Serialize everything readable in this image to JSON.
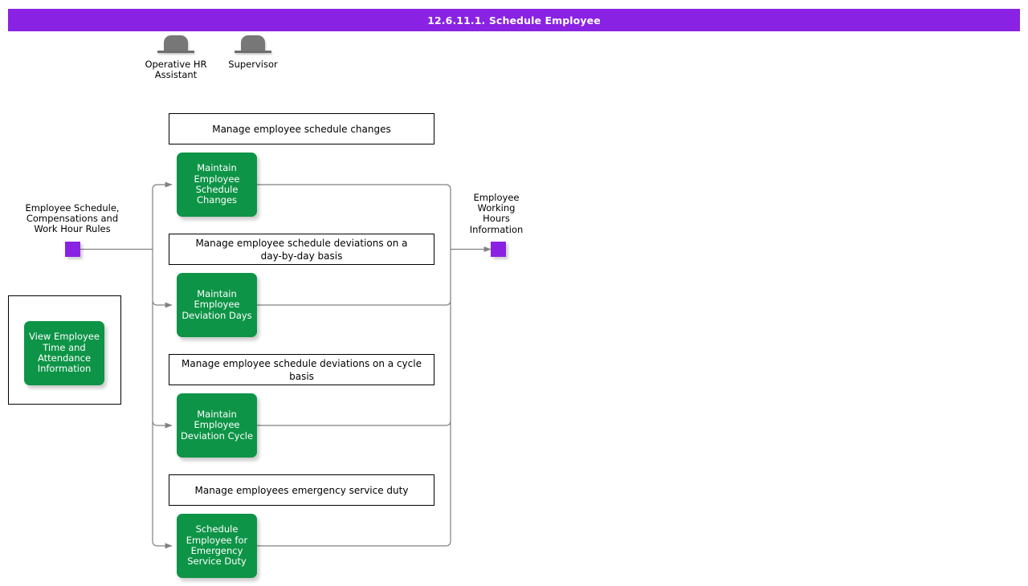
{
  "header": {
    "title": "12.6.11.1. Schedule Employee",
    "bar_color": "#8A22E3",
    "text_color": "#ffffff"
  },
  "theme": {
    "accent_purple": "#8A22E3",
    "task_green": "#0E9447",
    "line_gray": "#808080",
    "border_black": "#000000"
  },
  "actors": [
    {
      "name": "operative-hr-assistant",
      "label": "Operative HR\nAssistant",
      "line1": "Operative HR",
      "line2": "Assistant",
      "icon": "role-hat-icon"
    },
    {
      "name": "supervisor",
      "label": "Supervisor",
      "line1": "Supervisor",
      "line2": "",
      "icon": "role-hat-icon"
    }
  ],
  "data_elements": [
    {
      "name": "employee-schedule-compensations-work-hour-rules",
      "lines": [
        "Employee Schedule,",
        "Compensations and",
        "Work Hour Rules"
      ],
      "color": "#8A22E3",
      "position": "left-input"
    },
    {
      "name": "employee-working-hours-information",
      "lines": [
        "Employee",
        "Working",
        "Hours",
        "Information"
      ],
      "color": "#8A22E3",
      "position": "right-output"
    }
  ],
  "process_boxes": [
    {
      "name": "manage-employee-schedule-changes",
      "lines": [
        "Manage employee schedule changes"
      ]
    },
    {
      "name": "manage-employee-schedule-deviations-day-by-day",
      "lines": [
        "Manage employee schedule deviations on a",
        "day-by-day basis"
      ]
    },
    {
      "name": "manage-employee-schedule-deviations-cycle",
      "lines": [
        "Manage employee schedule deviations on a cycle basis"
      ]
    },
    {
      "name": "manage-employees-emergency-service-duty",
      "lines": [
        "Manage employees emergency service duty"
      ]
    }
  ],
  "task_boxes": [
    {
      "name": "maintain-employee-schedule-changes",
      "lines": [
        "Maintain",
        "Employee",
        "Schedule",
        "Changes"
      ],
      "color": "#0E9447"
    },
    {
      "name": "maintain-employee-deviation-days",
      "lines": [
        "Maintain",
        "Employee",
        "Deviation Days"
      ],
      "color": "#0E9447"
    },
    {
      "name": "maintain-employee-deviation-cycle",
      "lines": [
        "Maintain",
        "Employee",
        "Deviation Cycle"
      ],
      "color": "#0E9447"
    },
    {
      "name": "schedule-employee-for-emergency-service-duty",
      "lines": [
        "Schedule",
        "Employee for",
        "Emergency",
        "Service Duty"
      ],
      "color": "#0E9447"
    },
    {
      "name": "view-employee-time-and-attendance-information",
      "lines": [
        "View Employee",
        "Time and",
        "Attendance",
        "Information"
      ],
      "color": "#0E9447"
    }
  ]
}
